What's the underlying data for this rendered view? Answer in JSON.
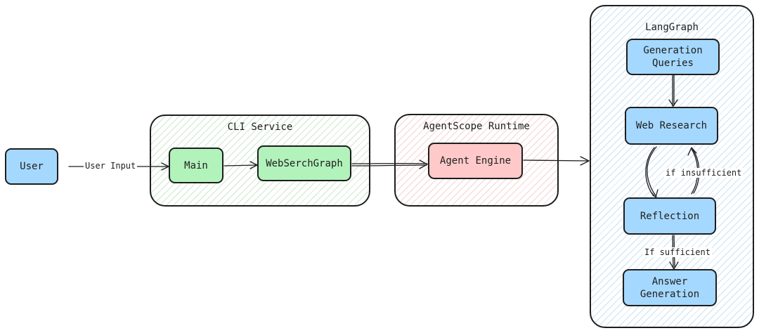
{
  "groups": {
    "cli": "CLI Service",
    "runtime": "AgentScope Runtime",
    "langgraph": "LangGraph"
  },
  "nodes": {
    "user": "User",
    "main": "Main",
    "websearch_graph": "WebSerchGraph",
    "agent_engine": "Agent Engine",
    "generation_queries": "Generation\nQueries",
    "web_research": "Web Research",
    "reflection": "Reflection",
    "answer_generation": "Answer\nGeneration"
  },
  "edge_labels": {
    "user_input": "User Input",
    "if_insufficient": "if insufficient",
    "if_sufficient": "If sufficient"
  },
  "colors": {
    "blue_fill": "#a5d8ff",
    "green_fill": "#b2f2bb",
    "red_fill": "#ffc9c9",
    "stroke": "#1e1e1e"
  }
}
